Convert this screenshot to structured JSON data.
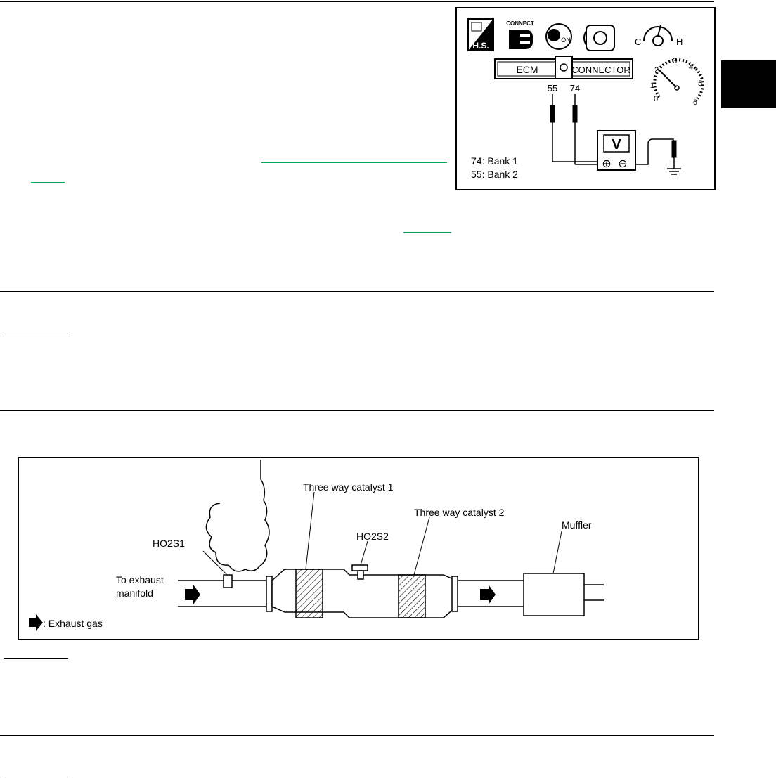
{
  "ecm_figure": {
    "icon_hs": "H.S.",
    "icon_connect": "CONNECT",
    "icon_key": "ON",
    "temp_cold": "C",
    "temp_hot": "H",
    "ecm_label": "ECM",
    "connector_label": "CONNECTOR",
    "terminal_left": "55",
    "terminal_right": "74",
    "tach_ticks": [
      "0",
      "1",
      "2",
      "3",
      "4",
      "5",
      "6"
    ],
    "voltmeter": "V",
    "plus": "⊕",
    "minus": "⊖",
    "bank1": "74: Bank 1",
    "bank2": "55: Bank 2"
  },
  "exhaust_figure": {
    "catalyst1": "Three way catalyst 1",
    "catalyst2": "Three way catalyst 2",
    "ho2s1": "HO2S1",
    "ho2s2": "HO2S2",
    "muffler": "Muffler",
    "exhaust_manifold_line1": "To exhaust",
    "exhaust_manifold_line2": "manifold",
    "legend": ": Exhaust gas"
  }
}
